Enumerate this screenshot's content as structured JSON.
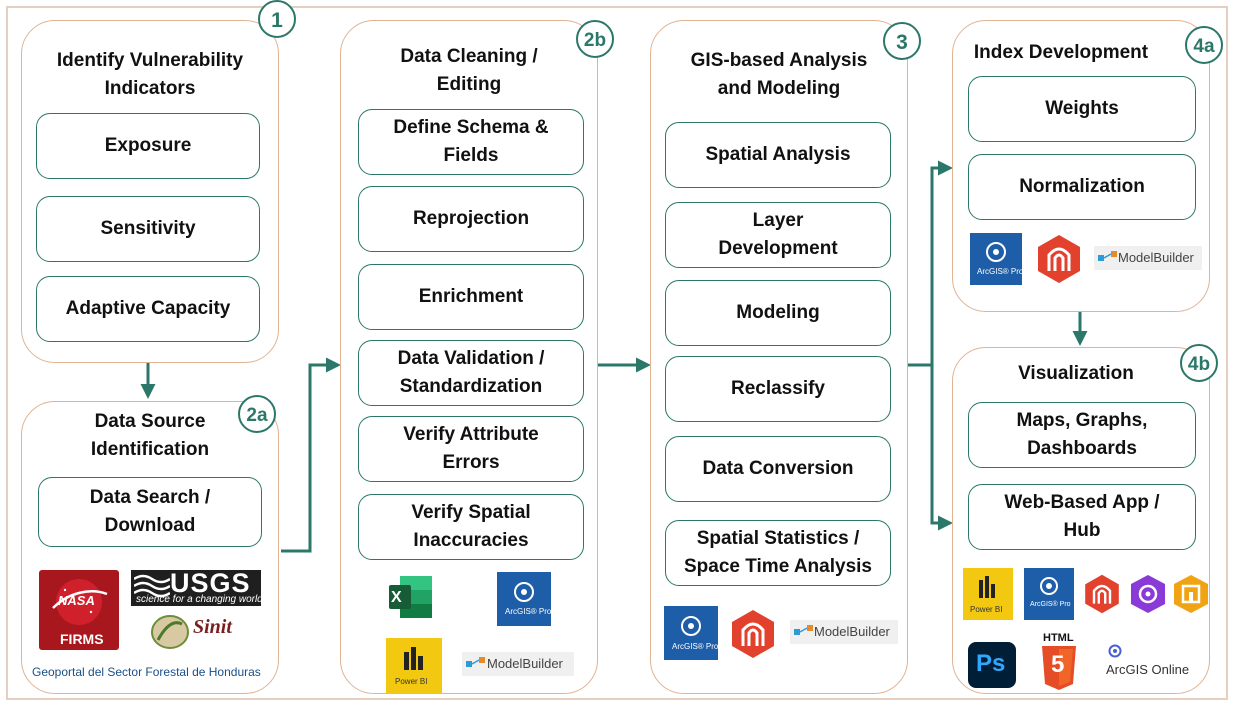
{
  "colors": {
    "teal": "#2b7769",
    "stage_border": "#e0b394",
    "arcgis_blue": "#1e5ea8",
    "red_tool": "#e2412d"
  },
  "stages": {
    "s1": {
      "badge": "1",
      "title": "Identify Vulnerability\nIndicators",
      "steps": [
        "Exposure",
        "Sensitivity",
        "Adaptive Capacity"
      ]
    },
    "s2a": {
      "badge": "2a",
      "title": "Data Source\nIdentification",
      "steps": [
        "Data Search /\nDownload"
      ],
      "logos": {
        "nasa": "NASA",
        "firms": "FIRMS",
        "usgs": "USGS",
        "usgs_tagline": "science for a changing world",
        "sinit": "Sinit"
      },
      "caption": "Geoportal del Sector Forestal de Honduras"
    },
    "s2b": {
      "badge": "2b",
      "title": "Data Cleaning /\nEditing",
      "steps": [
        "Define Schema &\nFields",
        "Reprojection",
        "Enrichment",
        "Data Validation /\nStandardization",
        "Verify Attribute\nErrors",
        "Verify Spatial\nInaccuracies"
      ]
    },
    "s3": {
      "badge": "3",
      "title": "GIS-based Analysis\nand Modeling",
      "steps": [
        "Spatial Analysis",
        "Layer\nDevelopment",
        "Modeling",
        "Reclassify",
        "Data Conversion",
        "Spatial Statistics /\nSpace Time Analysis"
      ]
    },
    "s4a": {
      "badge": "4a",
      "title": "Index Development",
      "steps": [
        "Weights",
        "Normalization"
      ]
    },
    "s4b": {
      "badge": "4b",
      "title": "Visualization",
      "steps": [
        "Maps, Graphs,\nDashboards",
        "Web-Based App /\nHub"
      ]
    }
  },
  "tools": {
    "excel": "X",
    "arcgis_pro": "ArcGIS® Pro",
    "power_bi": "Power BI",
    "modelbuilder": "ModelBuilder",
    "photoshop": "Ps",
    "html5_label": "HTML",
    "html5_number": "5",
    "arcgis_online": "ArcGIS Online"
  }
}
